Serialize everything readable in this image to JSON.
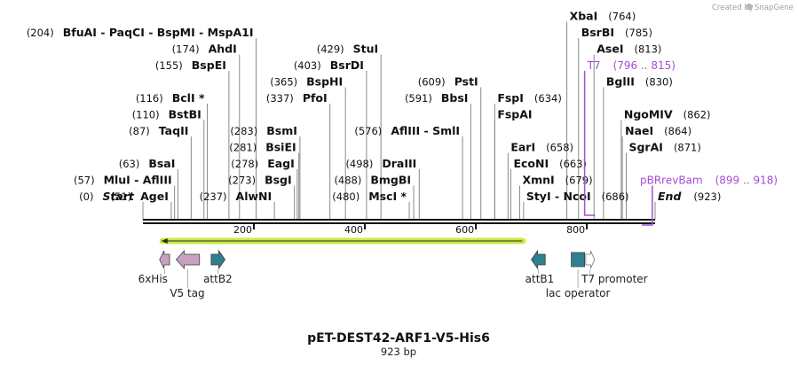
{
  "credit": {
    "created_by": "Created by",
    "brand": "SnapGene"
  },
  "title": "pET-DEST42-ARF1-V5-His6",
  "length_label": "923 bp",
  "ticks": [
    {
      "value": 200,
      "label": "200"
    },
    {
      "value": 400,
      "label": "400"
    },
    {
      "value": 600,
      "label": "600"
    },
    {
      "value": 800,
      "label": "800"
    }
  ],
  "ends": [
    {
      "pos": 0,
      "label": "Start",
      "num": "(0)"
    },
    {
      "pos": 923,
      "label": "End",
      "num": "(923)"
    }
  ],
  "sites": [
    {
      "pos": 51,
      "text": "AgeI",
      "num": "(51)",
      "side": "left",
      "row": 0
    },
    {
      "pos": 57,
      "text": "MluI  -  AflIII",
      "num": "(57)",
      "side": "left",
      "row": 1
    },
    {
      "pos": 63,
      "text": "BsaI",
      "num": "(63)",
      "side": "left",
      "row": 2
    },
    {
      "pos": 87,
      "text": "TaqII",
      "num": "(87)",
      "side": "left",
      "row": 4
    },
    {
      "pos": 110,
      "text": "BstBI",
      "num": "(110)",
      "side": "left",
      "row": 5
    },
    {
      "pos": 116,
      "text": "BclI *",
      "num": "(116)",
      "side": "left",
      "row": 6
    },
    {
      "pos": 155,
      "text": "BspEI",
      "num": "(155)",
      "side": "left",
      "row": 8
    },
    {
      "pos": 174,
      "text": "AhdI",
      "num": "(174)",
      "side": "left",
      "row": 9
    },
    {
      "pos": 204,
      "text": "BfuAI  -  PaqCI  -  BspMI  -  MspA1I",
      "num": "(204)",
      "side": "left",
      "row": 10
    },
    {
      "pos": 237,
      "text": "AlwNI",
      "num": "(237)",
      "side": "left",
      "row": 0
    },
    {
      "pos": 273,
      "text": "BsgI",
      "num": "(273)",
      "side": "left",
      "row": 1
    },
    {
      "pos": 278,
      "text": "EagI",
      "num": "(278)",
      "side": "left",
      "row": 2
    },
    {
      "pos": 281,
      "text": "BsiEI",
      "num": "(281)",
      "side": "left",
      "row": 3
    },
    {
      "pos": 283,
      "text": "BsmI",
      "num": "(283)",
      "side": "left",
      "row": 4
    },
    {
      "pos": 337,
      "text": "PfoI",
      "num": "(337)",
      "side": "left",
      "row": 6
    },
    {
      "pos": 365,
      "text": "BspHI",
      "num": "(365)",
      "side": "left",
      "row": 7
    },
    {
      "pos": 403,
      "text": "BsrDI",
      "num": "(403)",
      "side": "left",
      "row": 8
    },
    {
      "pos": 429,
      "text": "StuI",
      "num": "(429)",
      "side": "left",
      "row": 9
    },
    {
      "pos": 480,
      "text": "MscI *",
      "num": "(480)",
      "side": "left",
      "row": 0
    },
    {
      "pos": 488,
      "text": "BmgBI",
      "num": "(488)",
      "side": "left",
      "row": 1
    },
    {
      "pos": 498,
      "text": "DraIII",
      "num": "(498)",
      "side": "left",
      "row": 2
    },
    {
      "pos": 576,
      "text": "AflIII  -  SmlI",
      "num": "(576)",
      "side": "left",
      "row": 4
    },
    {
      "pos": 591,
      "text": "BbsI",
      "num": "(591)",
      "side": "left",
      "row": 6
    },
    {
      "pos": 609,
      "text": "PstI",
      "num": "(609)",
      "side": "left",
      "row": 7
    },
    {
      "pos": 634,
      "text": "FspAI",
      "num": "",
      "side": "right",
      "row": 5
    },
    {
      "pos": 634,
      "text": "FspI",
      "num": "(634)",
      "side": "right",
      "row": 6
    },
    {
      "pos": 658,
      "text": "EarI",
      "num": "(658)",
      "side": "right",
      "row": 3
    },
    {
      "pos": 663,
      "text": "EcoNI",
      "num": "(663)",
      "side": "right",
      "row": 2
    },
    {
      "pos": 679,
      "text": "XmnI",
      "num": "(679)",
      "side": "right",
      "row": 1
    },
    {
      "pos": 686,
      "text": "StyI  -  NcoI",
      "num": "(686)",
      "side": "right",
      "row": 0
    },
    {
      "pos": 764,
      "text": "XbaI",
      "num": "(764)",
      "side": "right",
      "row": 11
    },
    {
      "pos": 785,
      "text": "BsrBI",
      "num": "(785)",
      "side": "right",
      "row": 10
    },
    {
      "pos": 813,
      "text": "AseI",
      "num": "(813)",
      "side": "right",
      "row": 9
    },
    {
      "pos": 830,
      "text": "BglII",
      "num": "(830)",
      "side": "right",
      "row": 7
    },
    {
      "pos": 862,
      "text": "NgoMIV",
      "num": "(862)",
      "side": "right",
      "row": 5
    },
    {
      "pos": 864,
      "text": "NaeI",
      "num": "(864)",
      "side": "right",
      "row": 4
    },
    {
      "pos": 871,
      "text": "SgrAI",
      "num": "(871)",
      "side": "right",
      "row": 3
    }
  ],
  "primers": [
    {
      "name": "T7",
      "range": "(796 .. 815)",
      "start": 796,
      "end": 815,
      "dir": "forward",
      "row": 8
    },
    {
      "name": "pBRrevBam",
      "range": "(899 .. 918)",
      "start": 899,
      "end": 918,
      "dir": "reverse",
      "row": 1
    }
  ],
  "orf": {
    "start": 30,
    "end": 690,
    "dir": "reverse",
    "color": "#c7ea46"
  },
  "features": [
    {
      "name": "6xHis",
      "start": 30,
      "end": 48,
      "dir": "reverse",
      "color": "#c8a0c0",
      "label_row": 0,
      "label_pos": 18
    },
    {
      "name": "V5 tag",
      "start": 60,
      "end": 102,
      "dir": "reverse",
      "color": "#c8a0c0",
      "label_row": 1,
      "label_pos": 80
    },
    {
      "name": "attB2",
      "start": 123,
      "end": 148,
      "dir": "forward",
      "color": "#2f7f8f",
      "label_row": 0,
      "label_pos": 135
    },
    {
      "name": "attB1",
      "start": 700,
      "end": 725,
      "dir": "reverse",
      "color": "#2f7f8f",
      "label_row": 0,
      "label_pos": 715
    },
    {
      "name": "lac operator",
      "start": 772,
      "end": 796,
      "dir": "none",
      "color": "#2f7f8f",
      "label_row": 1,
      "label_pos": 784
    },
    {
      "name": "T7 promoter",
      "start": 798,
      "end": 814,
      "dir": "forward",
      "color": "#ffffff",
      "label_row": 0,
      "label_pos": 850
    }
  ],
  "colors": {
    "primer": "#a64dd6",
    "line": "#111111",
    "leader": "#8a8a8a"
  }
}
